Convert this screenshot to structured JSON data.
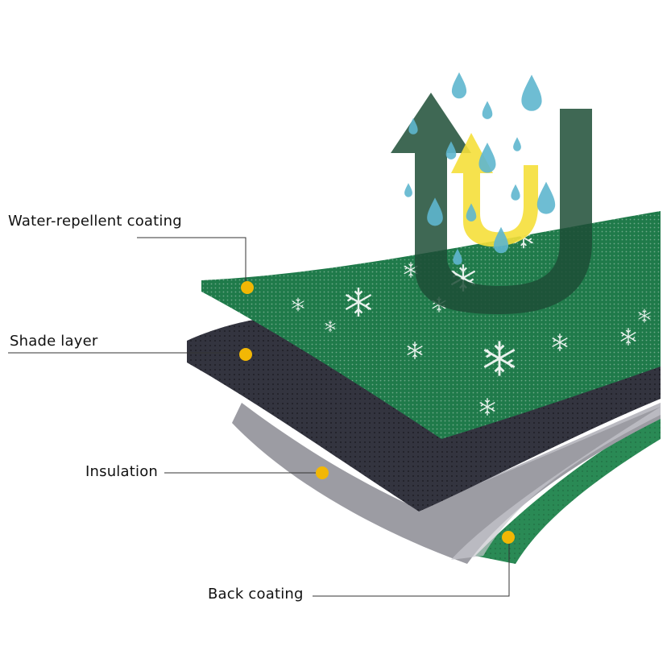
{
  "labels": {
    "water_repellent": "Water-repellent coating",
    "shade": "Shade layer",
    "insulation": "Insulation",
    "back": "Back coating"
  },
  "colors": {
    "top_green": "#1f7a4a",
    "shade_dark": "#33343f",
    "insulation_gray": "#9c9ca3",
    "back_green": "#2a8a55",
    "arrow_dark": "#1d4d36",
    "arrow_yellow": "#f5df3a",
    "drop": "#5fb6cf",
    "dot": "#f2b705"
  }
}
